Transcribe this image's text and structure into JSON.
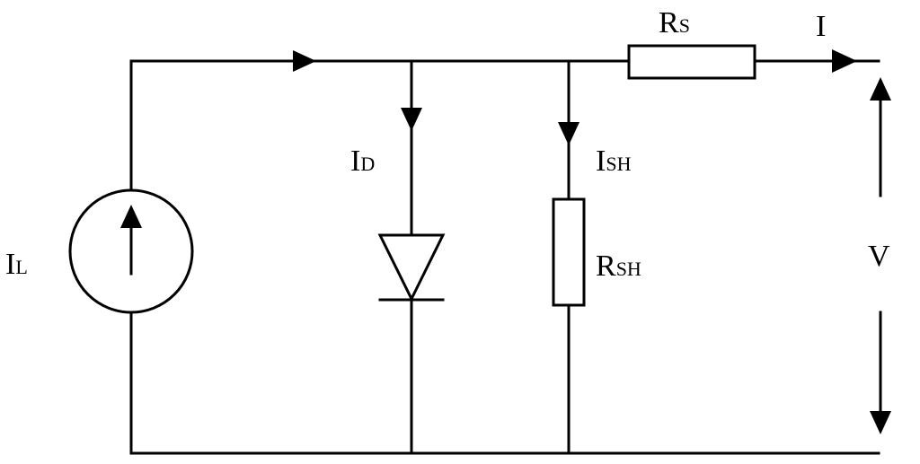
{
  "diagram": {
    "labels": {
      "source_main": "I",
      "source_sub": "L",
      "diode_current_main": "I",
      "diode_current_sub": "D",
      "shunt_current_main": "I",
      "shunt_current_sub": "SH",
      "shunt_resistor_main": "R",
      "shunt_resistor_sub": "SH",
      "series_resistor_main": "R",
      "series_resistor_sub": "S",
      "output_current": "I",
      "voltage": "V"
    },
    "colors": {
      "line": "#000000",
      "background": "#ffffff"
    }
  }
}
